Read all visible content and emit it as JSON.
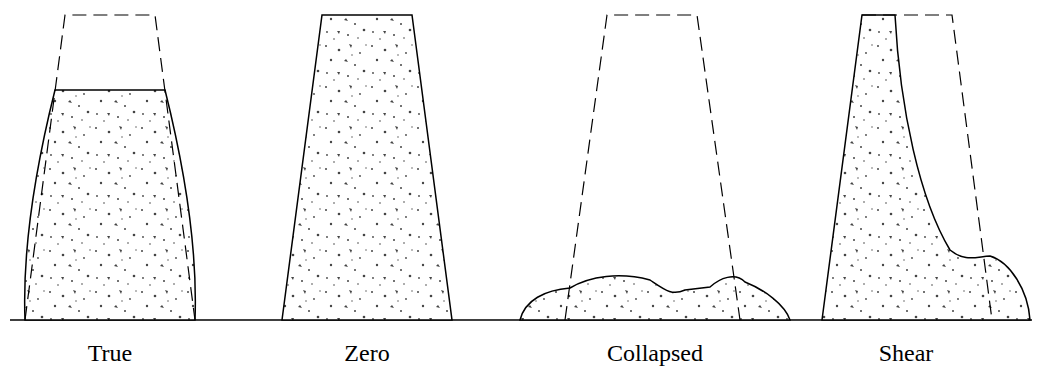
{
  "diagram": {
    "labels": [
      "True",
      "Zero",
      "Collapsed",
      "Shear"
    ]
  }
}
